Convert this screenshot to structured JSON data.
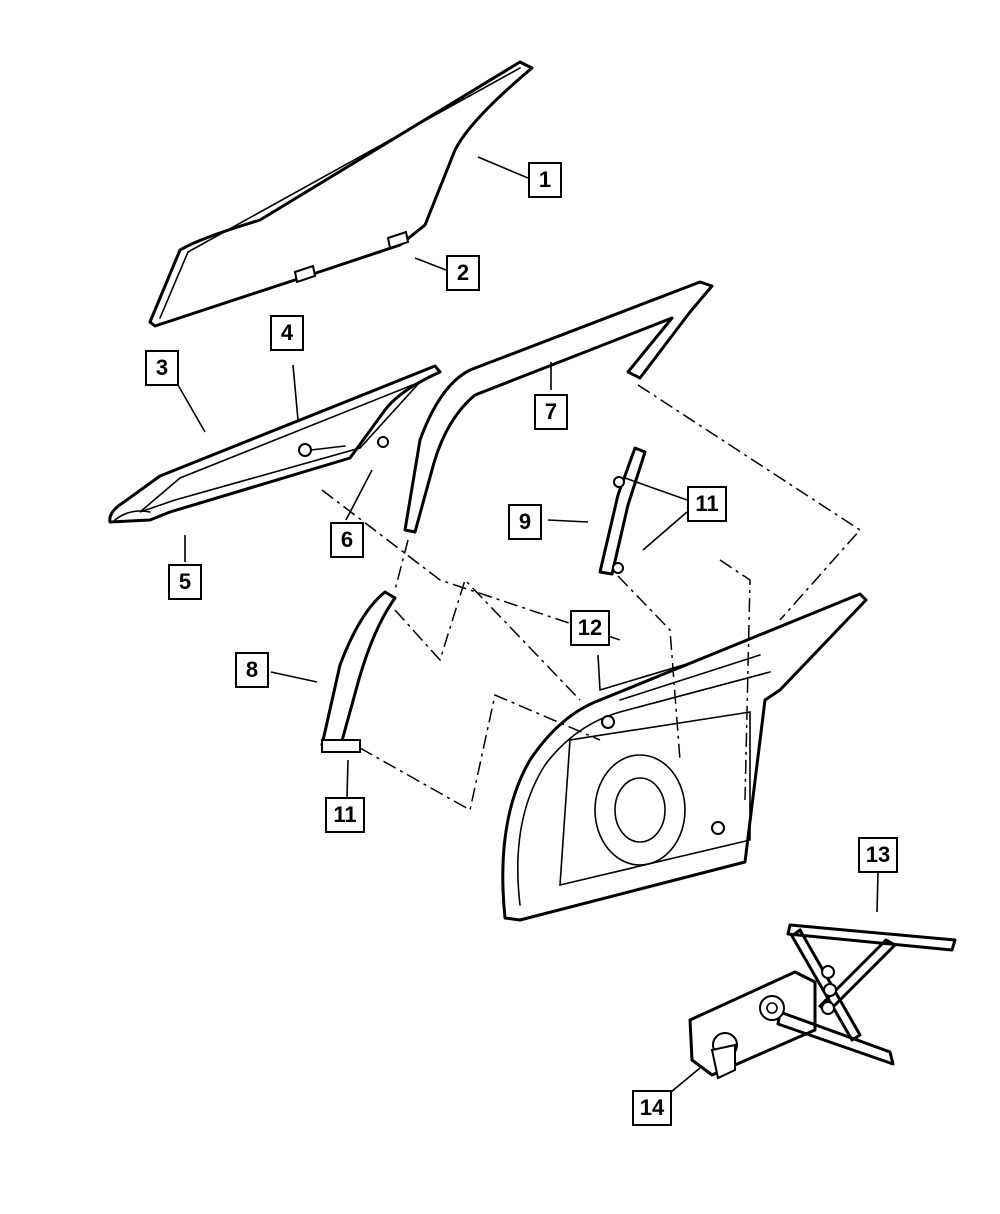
{
  "callouts": [
    {
      "id": "c1",
      "label": "1",
      "part": "door glass"
    },
    {
      "id": "c2",
      "label": "2",
      "part": "glass bracket"
    },
    {
      "id": "c3",
      "label": "3",
      "part": "vent window frame"
    },
    {
      "id": "c4",
      "label": "4",
      "part": "screw"
    },
    {
      "id": "c5",
      "label": "5",
      "part": "vent glass"
    },
    {
      "id": "c6",
      "label": "6",
      "part": "nut"
    },
    {
      "id": "c7",
      "label": "7",
      "part": "door weatherstrip"
    },
    {
      "id": "c8",
      "label": "8",
      "part": "front channel"
    },
    {
      "id": "c9",
      "label": "9",
      "part": "rear channel"
    },
    {
      "id": "c11a",
      "label": "11",
      "part": "channel bolt"
    },
    {
      "id": "c11b",
      "label": "11",
      "part": "channel bolt"
    },
    {
      "id": "c12",
      "label": "12",
      "part": "door shell"
    },
    {
      "id": "c13",
      "label": "13",
      "part": "window regulator"
    },
    {
      "id": "c14",
      "label": "14",
      "part": "motor"
    }
  ]
}
